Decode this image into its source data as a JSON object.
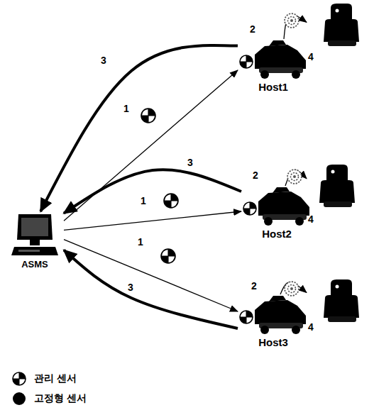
{
  "diagram": {
    "nodes": [
      {
        "text": [
          "ASMS"
        ]
      },
      {
        "text": [
          "Host1"
        ]
      },
      {
        "text": [
          "4"
        ]
      },
      {
        "text": [
          "Host2"
        ]
      },
      {
        "text": [
          "4"
        ]
      },
      {
        "text": [
          "Host3"
        ]
      },
      {
        "text": [
          "4"
        ]
      }
    ],
    "edges": [
      {
        "from": 0,
        "to": 1,
        "arrow": "to",
        "label": "1"
      },
      {
        "from": 1,
        "to": 0,
        "arrow": "to",
        "label": "3"
      },
      {
        "from": 1,
        "to": 2,
        "arrow": "to",
        "label": "2"
      },
      {
        "from": 0,
        "to": 3,
        "arrow": "to",
        "label": "1"
      },
      {
        "from": 3,
        "to": 0,
        "arrow": "to",
        "label": "3"
      },
      {
        "from": 3,
        "to": 4,
        "arrow": "to",
        "label": "2"
      },
      {
        "from": 0,
        "to": 5,
        "arrow": "to",
        "label": "1"
      },
      {
        "from": 5,
        "to": 0,
        "arrow": "to",
        "label": "3"
      },
      {
        "from": 5,
        "to": 6,
        "arrow": "to",
        "label": "2"
      }
    ],
    "legend": [
      {
        "text": "관리 센서"
      },
      {
        "text": "고정형 센서",
        "color": "#000000"
      }
    ]
  }
}
